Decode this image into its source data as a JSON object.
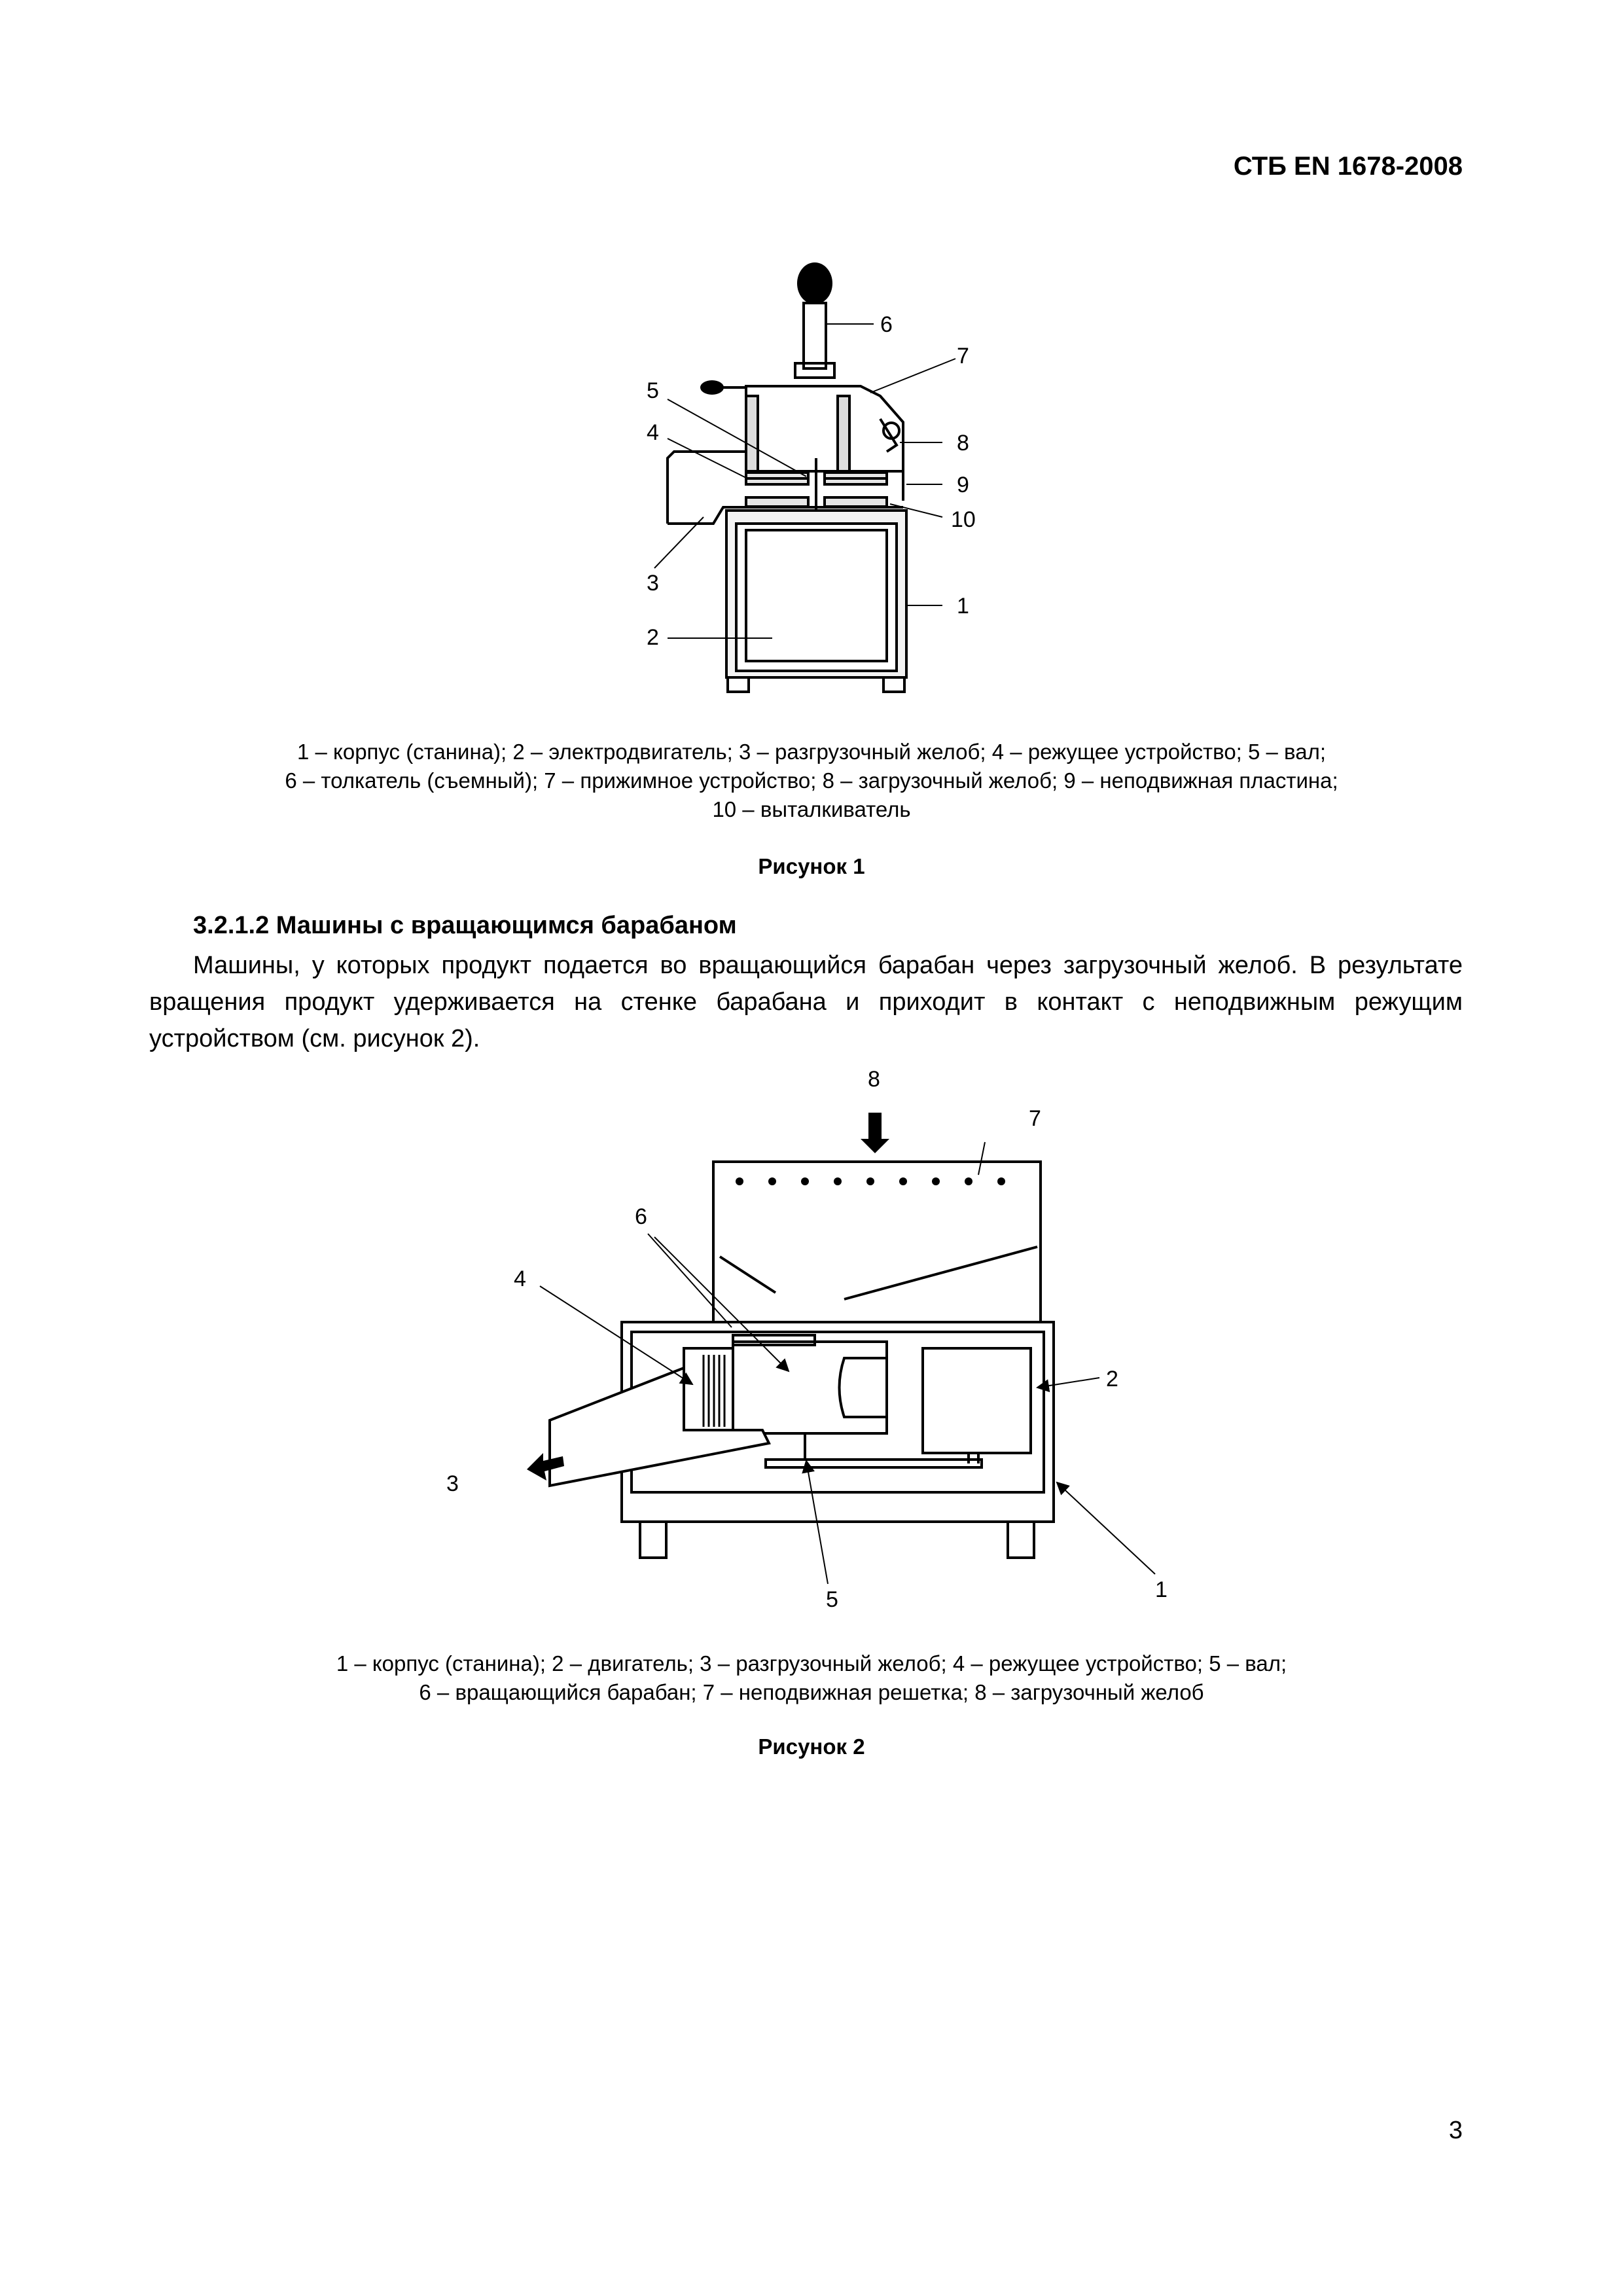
{
  "header": {
    "doc_code": "СТБ EN 1678-2008"
  },
  "figure1": {
    "labels": [
      "1",
      "2",
      "3",
      "4",
      "5",
      "6",
      "7",
      "8",
      "9",
      "10"
    ],
    "caption_lines": [
      "1 – корпус (станина); 2 – электродвигатель; 3 – разгрузочный желоб; 4 – режущее устройство; 5 – вал;",
      "6 – толкатель (съемный); 7 – прижимное устройство; 8 – загрузочный желоб; 9 – неподвижная пластина;",
      "10 – выталкиватель"
    ],
    "title": "Рисунок 1"
  },
  "section": {
    "heading": "3.2.1.2 Машины с вращающимся барабаном",
    "paragraph": "Машины, у которых продукт подается во вращающийся барабан через загрузочный желоб. В результате вращения продукт удерживается на стенке барабана и приходит в контакт с неподвижным режущим устройством (см. рисунок 2)."
  },
  "figure2": {
    "labels": [
      "1",
      "2",
      "3",
      "4",
      "5",
      "6",
      "7",
      "8"
    ],
    "caption_lines": [
      "1 – корпус (станина); 2 – двигатель; 3 – разгрузочный желоб; 4 – режущее устройство; 5 – вал;",
      "6 – вращающийся барабан; 7 – неподвижная решетка; 8 – загрузочный желоб"
    ],
    "title": "Рисунок 2"
  },
  "footer": {
    "page_number": "3"
  }
}
